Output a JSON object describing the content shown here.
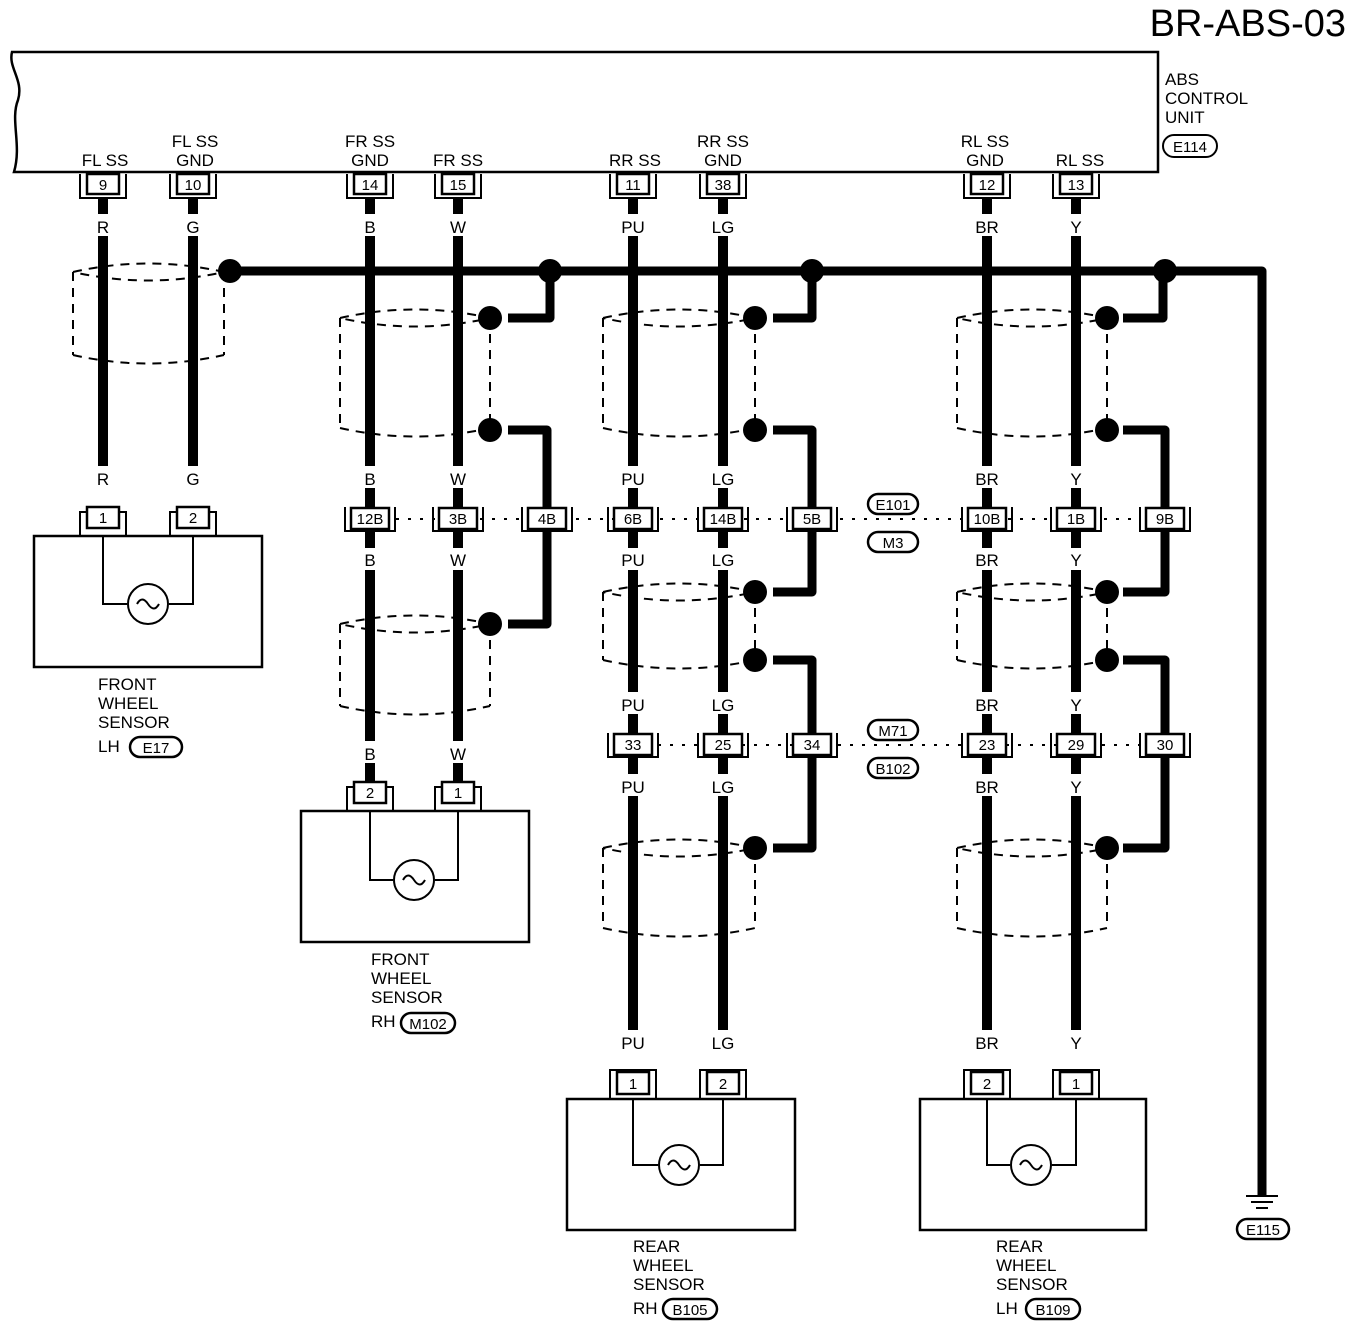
{
  "page": {
    "code": "BR-ABS-03"
  },
  "abs_unit": {
    "label_lines": [
      "ABS",
      "CONTROL",
      "UNIT"
    ],
    "connector": "E114",
    "terminals": [
      {
        "id": "t-fl-ss",
        "top": "",
        "label": "FL SS",
        "pin": "9",
        "color": "R"
      },
      {
        "id": "t-fl-gnd",
        "top": "FL SS",
        "label": "GND",
        "pin": "10",
        "color": "G"
      },
      {
        "id": "t-fr-gnd",
        "top": "FR SS",
        "label": "GND",
        "pin": "14",
        "color": "B"
      },
      {
        "id": "t-fr-ss",
        "top": "",
        "label": "FR SS",
        "pin": "15",
        "color": "W"
      },
      {
        "id": "t-rr-ss",
        "top": "",
        "label": "RR SS",
        "pin": "11",
        "color": "PU"
      },
      {
        "id": "t-rr-gnd",
        "top": "RR SS",
        "label": "GND",
        "pin": "38",
        "color": "LG"
      },
      {
        "id": "t-rl-gnd",
        "top": "RL SS",
        "label": "GND",
        "pin": "12",
        "color": "BR"
      },
      {
        "id": "t-rl-ss",
        "top": "",
        "label": "RL SS",
        "pin": "13",
        "color": "Y"
      }
    ]
  },
  "junction1": {
    "connectors": [
      "E101",
      "M3"
    ],
    "pins": [
      "12B",
      "3B",
      "4B",
      "6B",
      "14B",
      "5B",
      "10B",
      "1B",
      "9B"
    ]
  },
  "junction2": {
    "connectors": [
      "M71",
      "B102"
    ],
    "pins": [
      "33",
      "25",
      "34",
      "23",
      "29",
      "30"
    ]
  },
  "wire_labels": {
    "fl_upper": [
      "R",
      "G"
    ],
    "fr_upper": [
      "B",
      "W"
    ],
    "fr_mid": [
      "B",
      "W"
    ],
    "fr_lower": [
      "B",
      "W"
    ],
    "rr_upper": [
      "PU",
      "LG"
    ],
    "rr_mid": [
      "PU",
      "LG"
    ],
    "rr_mid2": [
      "PU",
      "LG"
    ],
    "rr_lower": [
      "PU",
      "LG"
    ],
    "rl_upper": [
      "BR",
      "Y"
    ],
    "rl_mid": [
      "BR",
      "Y"
    ],
    "rl_mid2": [
      "BR",
      "Y"
    ],
    "rl_lower": [
      "BR",
      "Y"
    ]
  },
  "sensors": [
    {
      "id": "fl",
      "lines": [
        "FRONT",
        "WHEEL",
        "SENSOR",
        "LH"
      ],
      "connector": "E17",
      "pins": [
        "1",
        "2"
      ]
    },
    {
      "id": "fr",
      "lines": [
        "FRONT",
        "WHEEL",
        "SENSOR",
        "RH"
      ],
      "connector": "M102",
      "pins": [
        "2",
        "1"
      ]
    },
    {
      "id": "rr",
      "lines": [
        "REAR",
        "WHEEL",
        "SENSOR",
        "RH"
      ],
      "connector": "B105",
      "pins": [
        "1",
        "2"
      ]
    },
    {
      "id": "rl",
      "lines": [
        "REAR",
        "WHEEL",
        "SENSOR",
        "LH"
      ],
      "connector": "B109",
      "pins": [
        "2",
        "1"
      ]
    }
  ],
  "ground": {
    "connector": "E115"
  }
}
